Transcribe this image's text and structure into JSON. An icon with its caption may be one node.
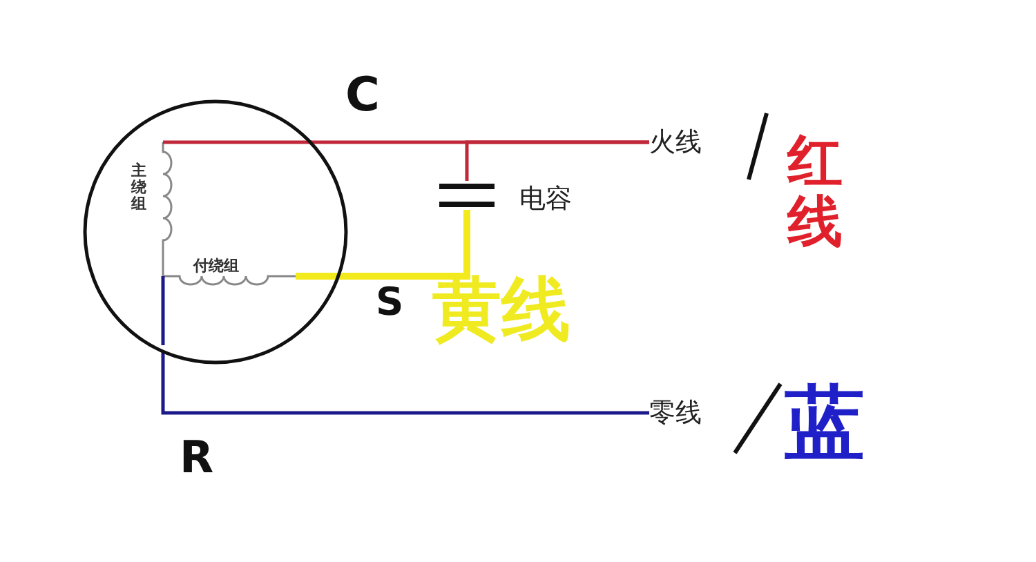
{
  "diagram": {
    "nodes": [
      {
        "text": [],
        "shape": "circle"
      },
      {
        "text": [
          "火线"
        ]
      },
      {
        "text": [
          "零线"
        ]
      },
      {
        "text": [],
        "shape": "capacitor",
        "beside": [
          "电容"
        ]
      }
    ],
    "edges": [
      {
        "from": 0,
        "to": 1,
        "arrow": "none",
        "color": "#c0283a"
      },
      {
        "from": 0,
        "to": 2,
        "arrow": "none",
        "color": "#1c1a8a"
      },
      {
        "from": 0,
        "to": 3,
        "arrow": "none",
        "style": "thick",
        "color": "#f2ea1c"
      },
      {
        "from": 3,
        "to": 1,
        "arrow": "none",
        "color": "#c0283a"
      }
    ],
    "labels": [
      "C",
      "主绕组",
      "付绕组",
      "S",
      "黄线",
      "红线",
      "R",
      "蓝"
    ]
  }
}
